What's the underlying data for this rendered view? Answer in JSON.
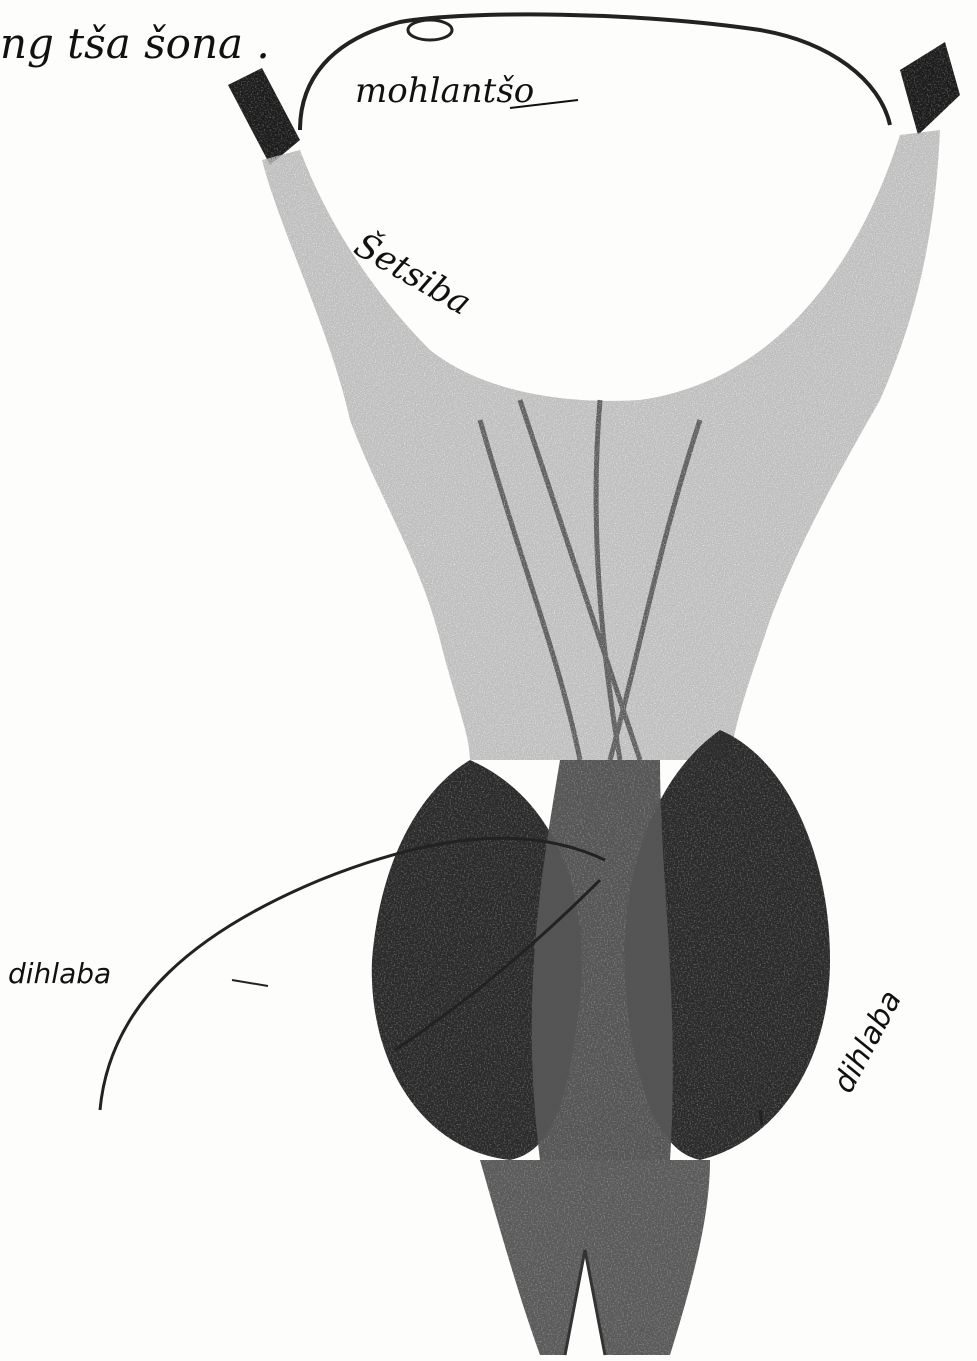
{
  "header_text": "ng tša šona .",
  "labels": {
    "mohlantso": "mohlantšo",
    "setsiba": "Šetsiba",
    "dihlaba_left": "dihlaba",
    "dihlaba_right": "dihlaba"
  },
  "colors": {
    "ink": "#111111",
    "paper": "#fdfdfc",
    "shade_light": "#bdbdbd",
    "shade_mid": "#7a7a7a",
    "shade_dark": "#2a2a2a"
  }
}
